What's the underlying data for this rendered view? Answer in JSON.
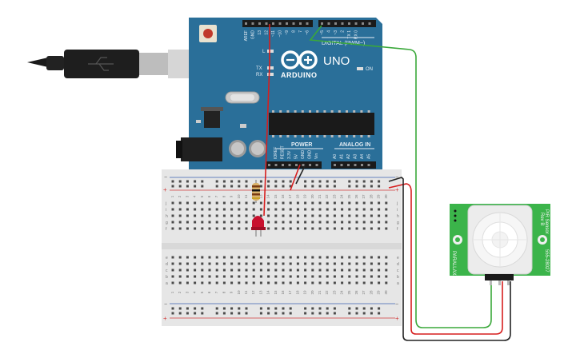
{
  "arduino": {
    "brand": "ARDUINO",
    "model": "UNO",
    "digital_header": "DIGITAL (PWM~)",
    "power_header": "POWER",
    "analog_header": "ANALOG IN",
    "on_label": "ON",
    "l_label": "L",
    "tx_label": "TX",
    "rx_label": "RX",
    "top_pins": [
      "AREF",
      "GND",
      "13",
      "12",
      "~11",
      "~10",
      "~9",
      "8",
      "7",
      "~6",
      "~5",
      "4",
      "~3",
      "2",
      "TX 1",
      "RX 0"
    ],
    "power_pins": [
      "IOREF",
      "RESET",
      "3.3V",
      "5V",
      "GND",
      "GND",
      "Vin"
    ],
    "analog_pins": [
      "A0",
      "A1",
      "A2",
      "A3",
      "A4",
      "A5"
    ]
  },
  "pir": {
    "label_top": "PIR Sensor",
    "label_rev": "Rev B",
    "part_number": "555-28027",
    "maker": "PARALLAX"
  },
  "breadboard": {
    "columns": 30,
    "row_letters_top": [
      "j",
      "i",
      "h",
      "g",
      "f"
    ],
    "row_letters_bottom": [
      "e",
      "d",
      "c",
      "b",
      "a"
    ]
  },
  "colors": {
    "arduino_board": "#2a6f99",
    "breadboard": "#e6e6e6",
    "pir_board": "#3bb44a",
    "wire_green": "#3aa83a",
    "wire_red": "#d61e1e",
    "wire_black": "#222222",
    "led": "#c8102e"
  }
}
